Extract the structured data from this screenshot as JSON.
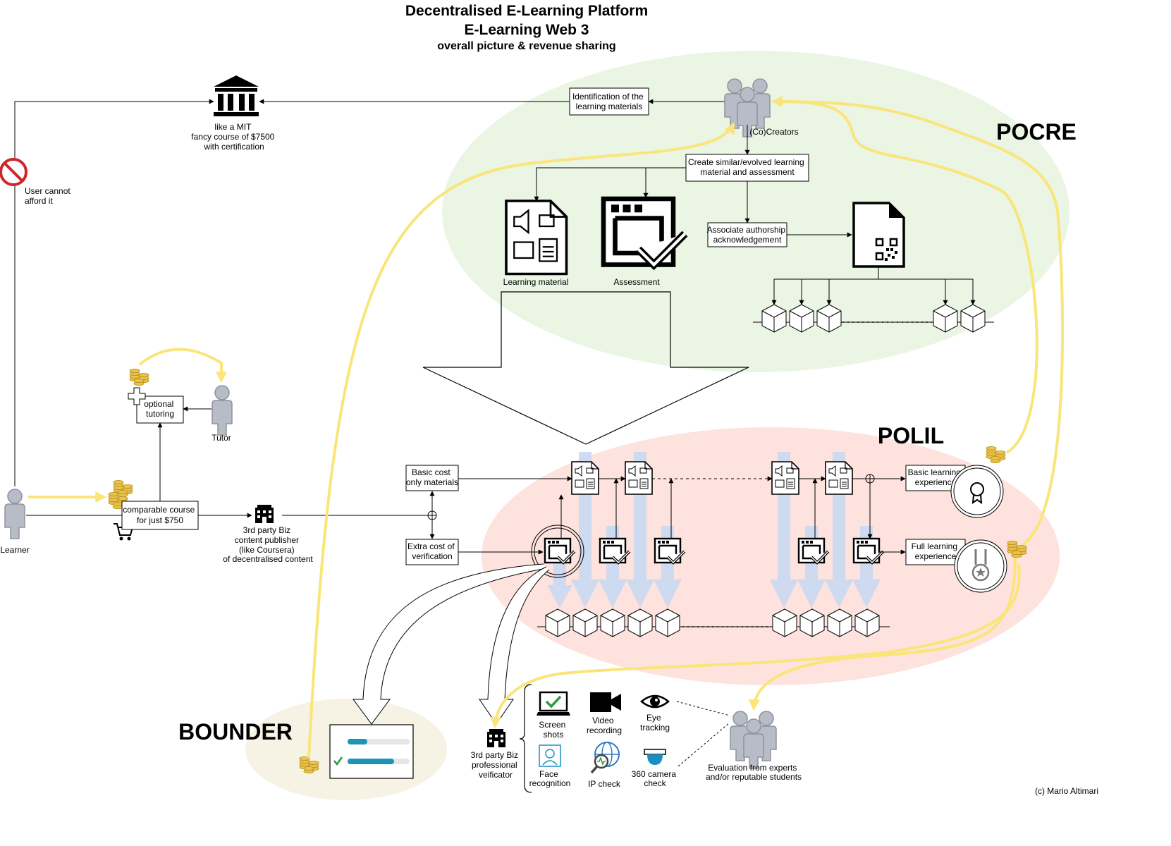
{
  "title": {
    "line1": "Decentralised E-Learning Platform",
    "line2": "E-Learning Web 3",
    "line3": "overall picture & revenue sharing"
  },
  "zones": {
    "pocre": "POCRE",
    "polil": "POLIL",
    "bounder": "BOUNDER"
  },
  "nodes": {
    "identification": [
      "Identification of the",
      "learning materials"
    ],
    "creators": "(Co)Creators",
    "create_material": [
      "Create similar/evolved learning",
      "material and assessment"
    ],
    "learning_material": "Learning material",
    "assessment": "Assessment",
    "authorship": [
      "Associate authorship",
      "acknowledgement"
    ],
    "mit": [
      "like a MIT",
      "fancy course of $7500",
      "with certification"
    ],
    "cannot_afford": [
      "User cannot",
      "afford it"
    ],
    "optional_tutoring": [
      "optional",
      "tutoring"
    ],
    "tutor": "Tutor",
    "learner": "Learner",
    "comparable_course": [
      "comparable course",
      "for just $750"
    ],
    "third_party_publisher": [
      "3rd party Biz",
      "content publisher",
      "(like Coursera)",
      "of decentralised content"
    ],
    "basic_cost": [
      "Basic cost",
      "only materials"
    ],
    "extra_cost": [
      "Extra cost of",
      "verification"
    ],
    "basic_experience": [
      "Basic learning",
      "experience"
    ],
    "full_experience": [
      "Full learning",
      "experience"
    ],
    "third_party_verifier": [
      "3rd party Biz",
      "professional",
      "veificator"
    ],
    "screenshots": [
      "Screen",
      "shots"
    ],
    "video_recording": [
      "Video",
      "recording"
    ],
    "eye_tracking": [
      "Eye",
      "tracking"
    ],
    "face_recognition": [
      "Face",
      "recognition"
    ],
    "ip_check": "IP check",
    "camera_check": [
      "360 camera",
      "check"
    ],
    "evaluation": [
      "Evaluation from experts",
      "and/or reputable students"
    ]
  },
  "footer": {
    "copyright": "(c) Mario Altimari"
  },
  "colors": {
    "pocre_zone": "#eaf5e4",
    "polil_zone": "#fde2dd",
    "bounder_zone": "#f6f3e4",
    "revenue_flow": "#fae57a",
    "verification_flow": "#c9d9f2",
    "people": "#b7bcc6"
  },
  "icons": [
    "bank-icon",
    "no-entry-icon",
    "person-icon",
    "group-icon",
    "coin-stack-icon",
    "cart-icon",
    "building-icon",
    "media-document-icon",
    "assessment-window-icon",
    "qr-document-icon",
    "blockchain-block-icon",
    "certificate-badge-icon",
    "medal-badge-icon",
    "laptop-check-icon",
    "video-camera-icon",
    "eye-icon",
    "face-scan-icon",
    "ip-globe-icon",
    "dome-camera-icon",
    "progress-card-icon"
  ]
}
